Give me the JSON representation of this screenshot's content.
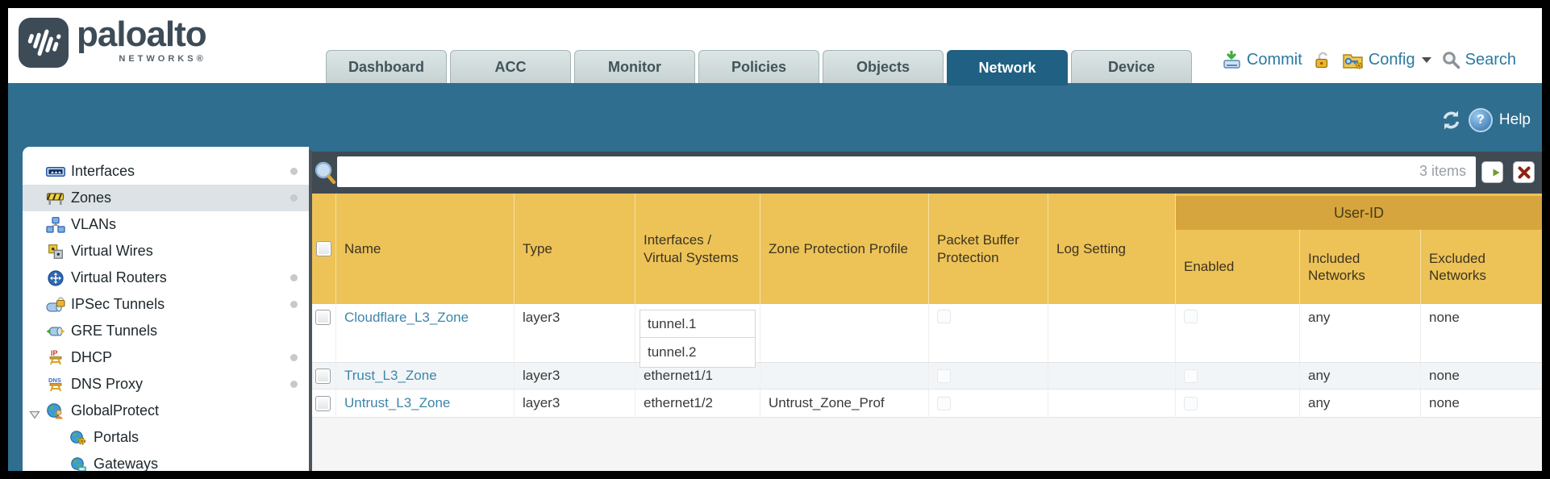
{
  "brand": {
    "logo_text": "paloalto",
    "logo_sub": "NETWORKS®"
  },
  "nav_tabs": [
    {
      "label": "Dashboard",
      "active": false
    },
    {
      "label": "ACC",
      "active": false
    },
    {
      "label": "Monitor",
      "active": false
    },
    {
      "label": "Policies",
      "active": false
    },
    {
      "label": "Objects",
      "active": false
    },
    {
      "label": "Network",
      "active": true
    },
    {
      "label": "Device",
      "active": false
    }
  ],
  "header_actions": {
    "commit_label": "Commit",
    "config_label": "Config",
    "search_label": "Search"
  },
  "utility": {
    "help_label": "Help"
  },
  "filter_bar": {
    "search_value": "",
    "items_count": "3 items"
  },
  "sidebar": {
    "items": [
      {
        "label": "Interfaces"
      },
      {
        "label": "Zones"
      },
      {
        "label": "VLANs"
      },
      {
        "label": "Virtual Wires"
      },
      {
        "label": "Virtual Routers"
      },
      {
        "label": "IPSec Tunnels"
      },
      {
        "label": "GRE Tunnels"
      },
      {
        "label": "DHCP"
      },
      {
        "label": "DNS Proxy"
      },
      {
        "label": "GlobalProtect"
      },
      {
        "label": "Portals"
      },
      {
        "label": "Gateways"
      }
    ]
  },
  "table": {
    "group_header": "User-ID",
    "columns": [
      "Name",
      "Type",
      "Interfaces / Virtual Systems",
      "Zone Protection Profile",
      "Packet Buffer Protection",
      "Log Setting",
      "Enabled",
      "Included Networks",
      "Excluded Networks"
    ],
    "rows": [
      {
        "name": "Cloudflare_L3_Zone",
        "type": "layer3",
        "interfaces": [
          "tunnel.1",
          "tunnel.2"
        ],
        "zone_protection_profile": "",
        "log_setting": "",
        "included_networks": "any",
        "excluded_networks": "none"
      },
      {
        "name": "Trust_L3_Zone",
        "type": "layer3",
        "interfaces": [
          "ethernet1/1"
        ],
        "zone_protection_profile": "",
        "log_setting": "",
        "included_networks": "any",
        "excluded_networks": "none"
      },
      {
        "name": "Untrust_L3_Zone",
        "type": "layer3",
        "interfaces": [
          "ethernet1/2"
        ],
        "zone_protection_profile": "Untrust_Zone_Prof",
        "log_setting": "",
        "included_networks": "any",
        "excluded_networks": "none"
      }
    ]
  },
  "colors": {
    "teal_band": "#2f6e8f",
    "active_tab": "#1f6083",
    "header_orange": "#edc358",
    "user_id_band": "#d7a53e",
    "link_blue": "#3c86aa",
    "filter_strip": "#3f4a53"
  }
}
